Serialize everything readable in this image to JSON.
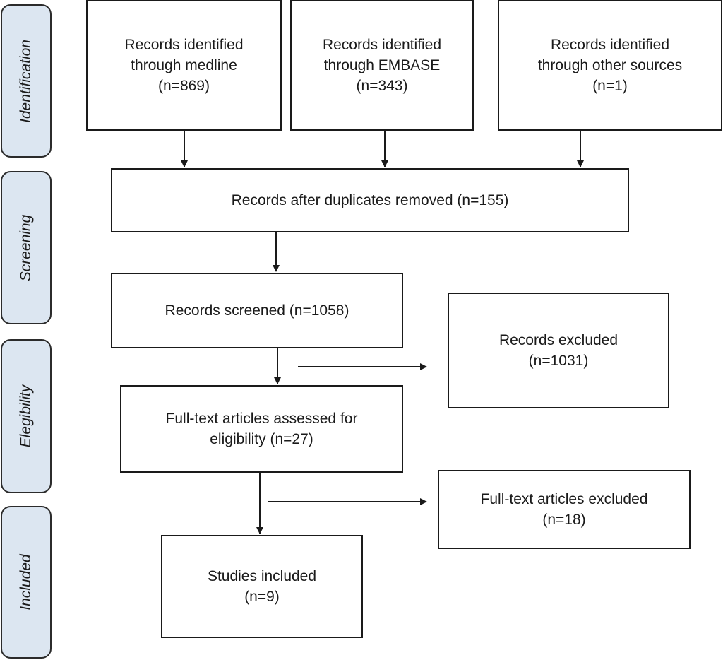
{
  "stages": {
    "identification": "Identification",
    "screening": "Screening",
    "eligibility": "Elegibility",
    "included": "Included"
  },
  "boxes": {
    "medline": {
      "line1": "Records identified",
      "line2": "through medline",
      "line3": "(n=869)"
    },
    "embase": {
      "line1": "Records identified",
      "line2": "through EMBASE",
      "line3": "(n=343)"
    },
    "other": {
      "line1": "Records identified",
      "line2": "through other sources",
      "line3": "(n=1)"
    },
    "duplicates_removed": {
      "line1": "Records after duplicates removed (n=155)"
    },
    "screened": {
      "line1": "Records screened (n=1058)"
    },
    "excluded": {
      "line1": "Records excluded",
      "line2": "(n=1031)"
    },
    "fulltext_assessed": {
      "line1": "Full-text articles assessed for",
      "line2": "eligibility (n=27)"
    },
    "fulltext_excluded": {
      "line1": "Full-text articles excluded",
      "line2": "(n=18)"
    },
    "included": {
      "line1": "Studies included",
      "line2": "(n=9)"
    }
  }
}
